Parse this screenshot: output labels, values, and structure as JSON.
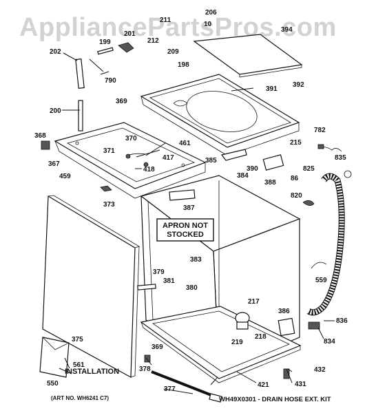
{
  "watermark": "AppliancePartsPros.com",
  "notice": {
    "line1": "APRON NOT",
    "line2": "STOCKED"
  },
  "callouts": {
    "installation": "INSTALLATION",
    "art_no": "(ART NO. WH6241 C7)",
    "drain_kit": "WH49X0301 - DRAIN HOSE EXT. KIT"
  },
  "part_numbers": {
    "p206": "206",
    "p211": "211",
    "p10": "10",
    "p394": "394",
    "p201": "201",
    "p199": "199",
    "p212": "212",
    "p209": "209",
    "p198": "198",
    "p202": "202",
    "p790": "790",
    "p392": "392",
    "p391": "391",
    "p369a": "369",
    "p200": "200",
    "p782": "782",
    "p368": "368",
    "p370": "370",
    "p461": "461",
    "p215": "215",
    "p371": "371",
    "p417": "417",
    "p385": "385",
    "p390": "390",
    "p835": "835",
    "p367": "367",
    "p418": "418",
    "p825": "825",
    "p384": "384",
    "p388": "388",
    "p86": "86",
    "p459": "459",
    "p820": "820",
    "p373": "373",
    "p387": "387",
    "p383": "383",
    "p559": "559",
    "p379": "379",
    "p381": "381",
    "p380": "380",
    "p217": "217",
    "p386": "386",
    "p836": "836",
    "p219": "219",
    "p218": "218",
    "p834": "834",
    "p375": "375",
    "p369b": "369",
    "p378": "378",
    "p561": "561",
    "p432": "432",
    "p421": "421",
    "p431": "431",
    "p550": "550",
    "p377": "377"
  }
}
